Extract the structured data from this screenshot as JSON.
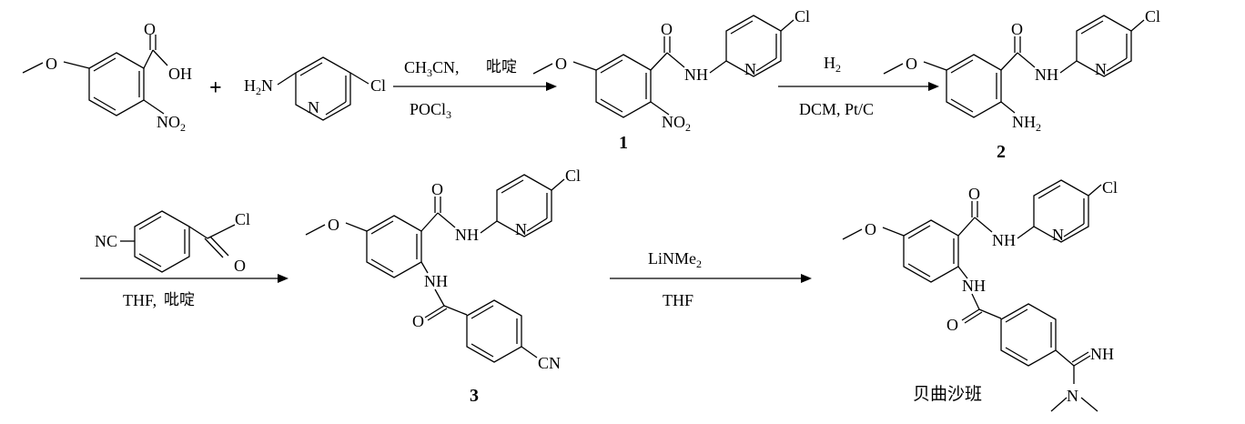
{
  "scheme": {
    "plus": "+",
    "atoms": {
      "O": "O",
      "OH": "OH",
      "NO": "NO",
      "two": "2",
      "H": "H",
      "N": "N",
      "Cl": "Cl",
      "NH": "NH",
      "NH_amine": "NH",
      "NC": "NC",
      "CN": "CN",
      "NH_imine": "NH"
    },
    "step1": {
      "above_main": "CH",
      "above_sub": "3",
      "above_tail": "CN,",
      "above_cn": "吡啶",
      "below_main": "POCl",
      "below_sub": "3"
    },
    "step2": {
      "above_main": "H",
      "above_sub": "2",
      "below": "DCM, Pt/C"
    },
    "step3": {
      "below_main": "THF,",
      "below_cn": "吡啶"
    },
    "step4": {
      "above_main": "LiNMe",
      "above_sub": "2",
      "below": "THF"
    },
    "labels": {
      "compound1": "1",
      "compound2": "2",
      "compound3": "3",
      "product": "贝曲沙班"
    }
  }
}
